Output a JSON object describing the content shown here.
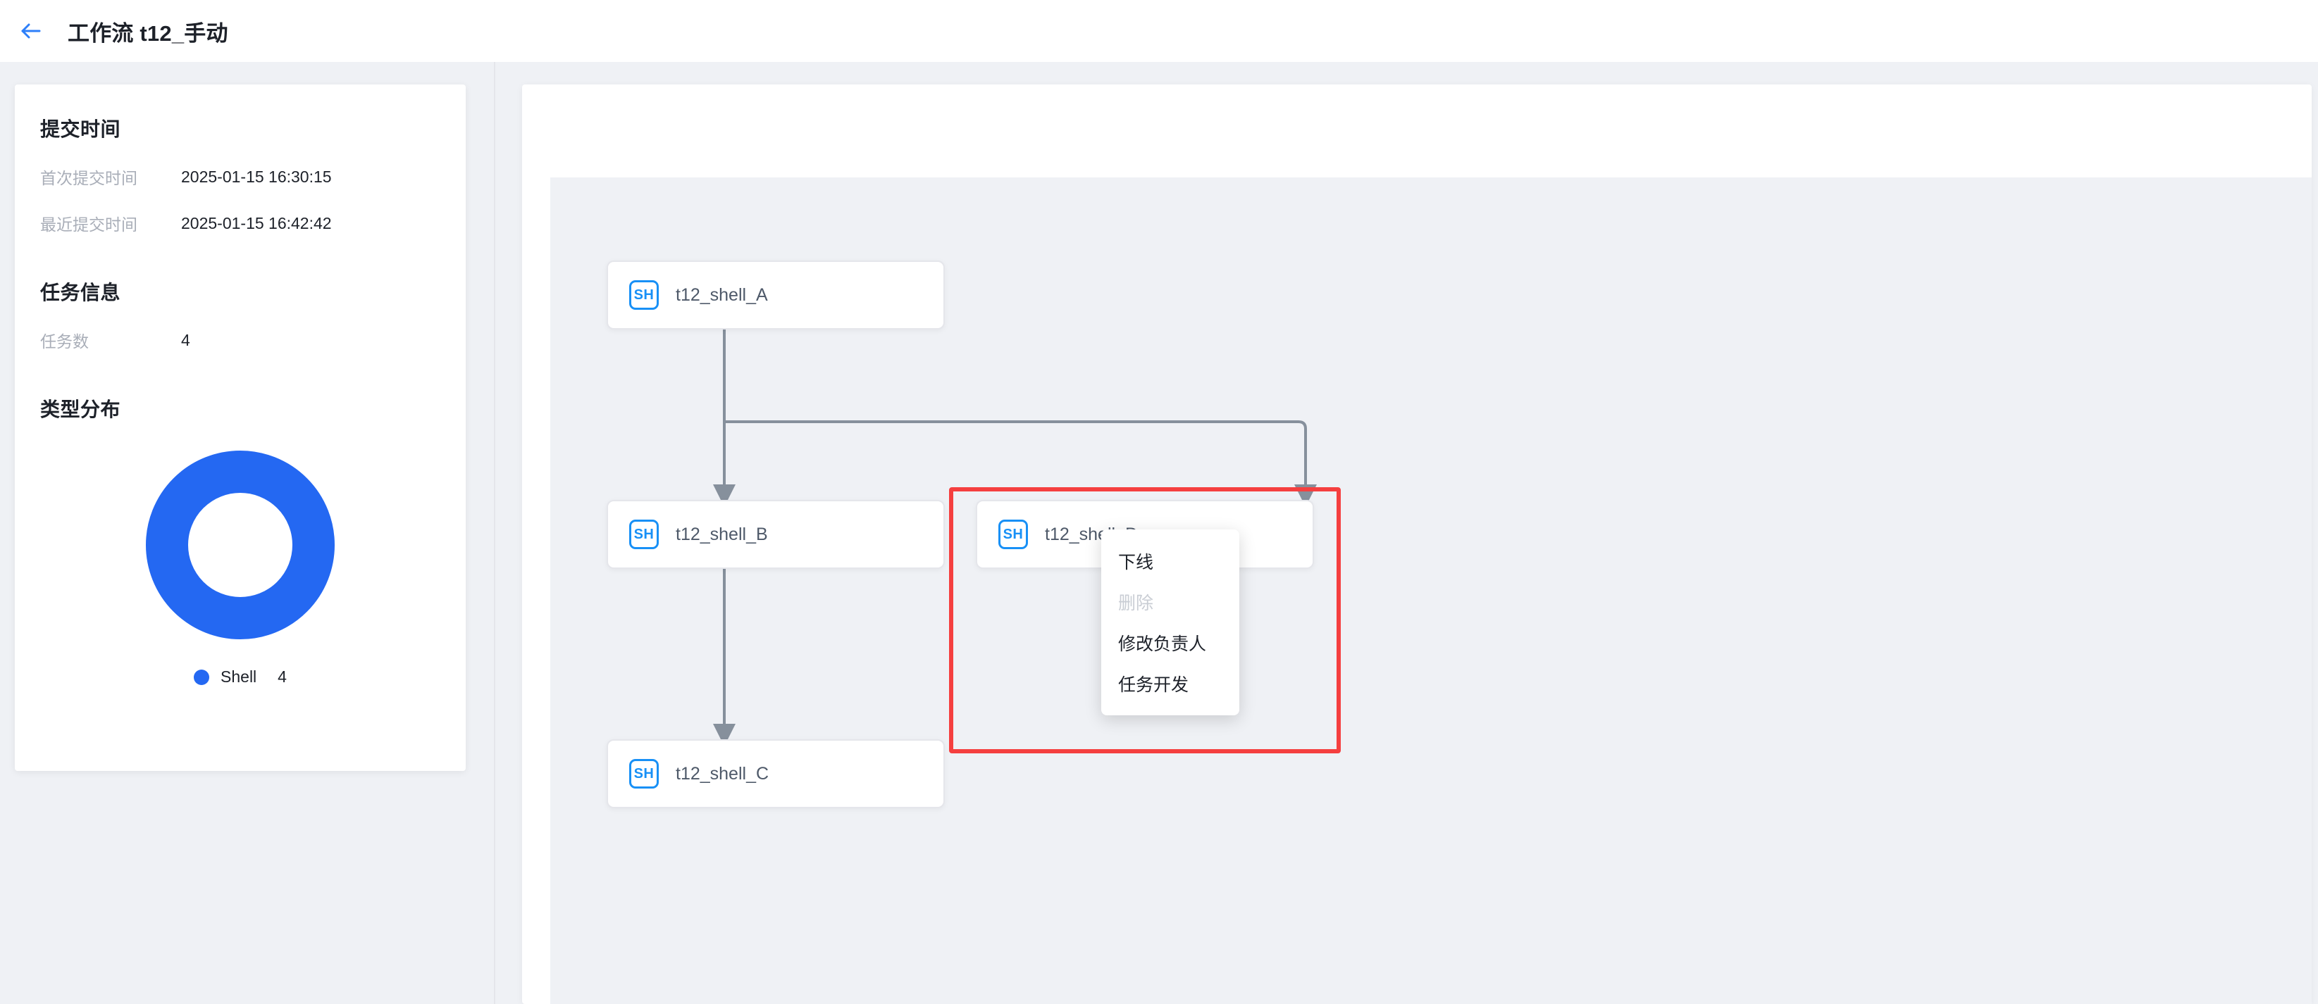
{
  "header": {
    "back_icon": "arrow-left-icon",
    "title": "工作流 t12_手动"
  },
  "sidebar": {
    "submit_time": {
      "title": "提交时间",
      "rows": [
        {
          "key": "首次提交时间",
          "value": "2025-01-15 16:30:15"
        },
        {
          "key": "最近提交时间",
          "value": "2025-01-15 16:42:42"
        }
      ]
    },
    "task_info": {
      "title": "任务信息",
      "rows": [
        {
          "key": "任务数",
          "value": "4"
        }
      ]
    },
    "type_distribution": {
      "title": "类型分布"
    }
  },
  "chart_data": {
    "type": "pie",
    "title": "类型分布",
    "categories": [
      "Shell"
    ],
    "values": [
      4
    ],
    "colors": [
      "#2468f2"
    ],
    "legend_position": "bottom",
    "donut": true,
    "legend": [
      {
        "label": "Shell",
        "value": "4",
        "color": "#2468f2"
      }
    ]
  },
  "graph": {
    "nodes": [
      {
        "id": "a",
        "badge": "SH",
        "label": "t12_shell_A"
      },
      {
        "id": "b",
        "badge": "SH",
        "label": "t12_shell_B"
      },
      {
        "id": "c",
        "badge": "SH",
        "label": "t12_shell_C"
      },
      {
        "id": "d",
        "badge": "SH",
        "label": "t12_shell_D"
      }
    ],
    "selected_node_id": "d",
    "selection_color": "#f53f3f",
    "edge_color": "#86909c"
  },
  "context_menu": {
    "items": [
      {
        "label": "下线",
        "disabled": false
      },
      {
        "label": "删除",
        "disabled": true
      },
      {
        "label": "修改负责人",
        "disabled": false
      },
      {
        "label": "任务开发",
        "disabled": false
      }
    ]
  }
}
